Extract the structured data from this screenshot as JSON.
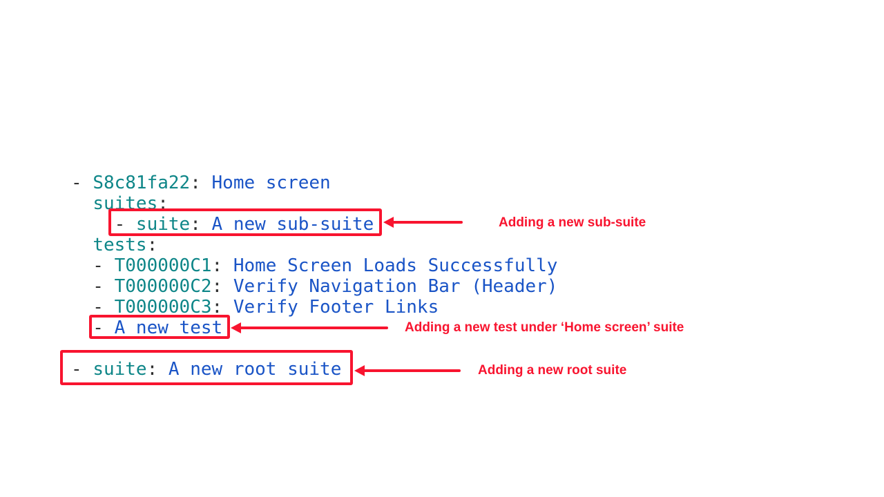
{
  "colors": {
    "background": "#ffffff",
    "yaml_key": "#0e8688",
    "yaml_value": "#1a54c6",
    "yaml_punctuation": "#2f2f2f",
    "annotation_red": "#f8142f"
  },
  "code": {
    "lines": [
      {
        "segments": [
          {
            "t": "- ",
            "s": "punct"
          },
          {
            "t": "S8c81fa22",
            "s": "key"
          },
          {
            "t": ": ",
            "s": "punct"
          },
          {
            "t": "Home screen",
            "s": "value"
          }
        ]
      },
      {
        "segments": [
          {
            "t": "  ",
            "s": "punct"
          },
          {
            "t": "suites",
            "s": "key"
          },
          {
            "t": ":",
            "s": "punct"
          }
        ]
      },
      {
        "segments": [
          {
            "t": "    - ",
            "s": "punct"
          },
          {
            "t": "suite",
            "s": "key"
          },
          {
            "t": ": ",
            "s": "punct"
          },
          {
            "t": "A new sub-suite",
            "s": "value"
          }
        ]
      },
      {
        "segments": [
          {
            "t": "  ",
            "s": "punct"
          },
          {
            "t": "tests",
            "s": "key"
          },
          {
            "t": ":",
            "s": "punct"
          }
        ]
      },
      {
        "segments": [
          {
            "t": "  - ",
            "s": "punct"
          },
          {
            "t": "T000000C1",
            "s": "key"
          },
          {
            "t": ": ",
            "s": "punct"
          },
          {
            "t": "Home Screen Loads Successfully",
            "s": "value"
          }
        ]
      },
      {
        "segments": [
          {
            "t": "  - ",
            "s": "punct"
          },
          {
            "t": "T000000C2",
            "s": "key"
          },
          {
            "t": ": ",
            "s": "punct"
          },
          {
            "t": "Verify Navigation Bar (Header)",
            "s": "value"
          }
        ]
      },
      {
        "segments": [
          {
            "t": "  - ",
            "s": "punct"
          },
          {
            "t": "T000000C3",
            "s": "key"
          },
          {
            "t": ": ",
            "s": "punct"
          },
          {
            "t": "Verify Footer Links",
            "s": "value"
          }
        ]
      },
      {
        "segments": [
          {
            "t": "  - ",
            "s": "punct"
          },
          {
            "t": "A new test",
            "s": "value"
          }
        ]
      },
      {
        "segments": []
      },
      {
        "segments": [
          {
            "t": "- ",
            "s": "punct"
          },
          {
            "t": "suite",
            "s": "key"
          },
          {
            "t": ": ",
            "s": "punct"
          },
          {
            "t": "A new root suite",
            "s": "value"
          }
        ]
      }
    ]
  },
  "annotations": [
    {
      "label": "Adding a new sub-suite"
    },
    {
      "label": "Adding a new test under ‘Home screen’ suite"
    },
    {
      "label": "Adding a new root suite"
    }
  ]
}
